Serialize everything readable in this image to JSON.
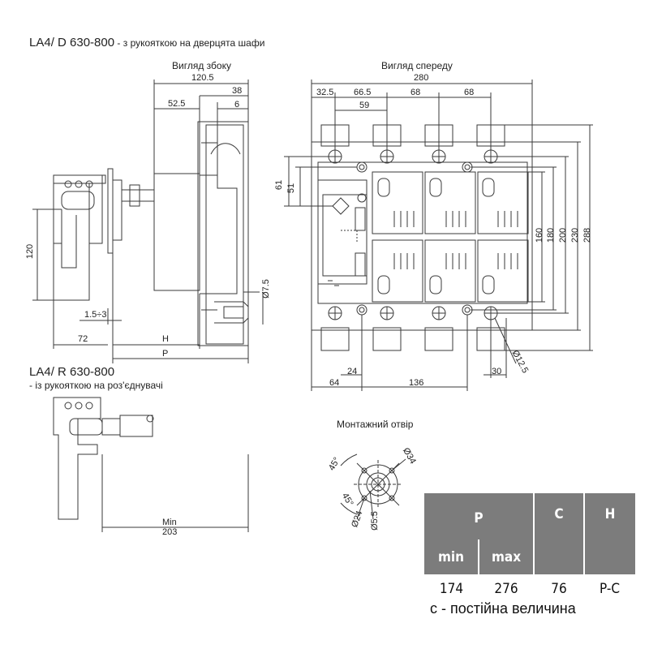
{
  "titles": {
    "la4_d": {
      "main": "LA4/ D 630-800",
      "suffix": " - з рукояткою на дверцята шафи"
    },
    "la4_r": {
      "main": "LA4/ R 630-800",
      "suffix": "- із рукояткою на роз'єднувачі"
    }
  },
  "view_labels": {
    "side": "Вигляд збоку",
    "front": "Вигляд спереду",
    "mount": "Монтажний отвір"
  },
  "dimensions": {
    "side": {
      "d120_5": "120.5",
      "d38": "38",
      "d52_5": "52.5",
      "d6": "6",
      "d120": "120",
      "d1_5_3": "1.5÷3",
      "d72": "72",
      "H": "H",
      "P": "P",
      "d7_5": "Ø7.5"
    },
    "front": {
      "d280": "280",
      "d32_5": "32.5",
      "d66_5": "66.5",
      "d68a": "68",
      "d68b": "68",
      "d59": "59",
      "d61": "61",
      "d51": "51",
      "d160": "160",
      "d180": "180",
      "d200": "200",
      "d230": "230",
      "d288": "288",
      "d24": "24",
      "d64": "64",
      "d136": "136",
      "d30": "30",
      "d12_5": "Ø12.5"
    },
    "r_view": {
      "min203": "Min 203"
    },
    "mount": {
      "a45_top": "45°",
      "a45_bot": "45°",
      "d34": "Ø34",
      "d24": "Ø24",
      "d5_5": "Ø5.5"
    }
  },
  "table": {
    "header_p": "P",
    "header_c": "C",
    "header_h": "H",
    "sub_min": "min",
    "sub_max": "max",
    "values": {
      "min": "174",
      "max": "276",
      "c": "76",
      "h": "P-C"
    }
  },
  "note": "c - постійна величина",
  "colors": {
    "header_bg": "#7c7c7c",
    "line": "#444444"
  }
}
